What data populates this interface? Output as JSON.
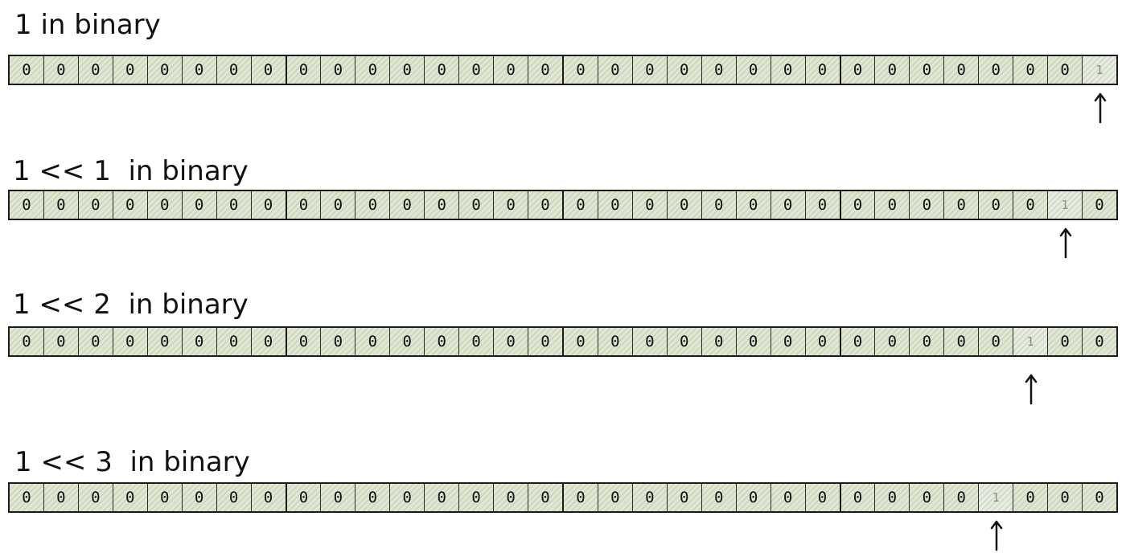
{
  "rows": [
    {
      "label": "1 in binary",
      "bits": "00000000000000000000000000000001",
      "set_index": 31
    },
    {
      "label": "1 << 1  in binary",
      "bits": "00000000000000000000000000000010",
      "set_index": 30
    },
    {
      "label": "1 << 2  in binary",
      "bits": "00000000000000000000000000000100",
      "set_index": 29
    },
    {
      "label": "1 << 3  in binary",
      "bits": "00000000000000000000000000001000",
      "set_index": 28
    }
  ],
  "colors": {
    "cell_fill": "#dfe7d3",
    "hatch": "#6e825a",
    "set_digit": "#8a8f86",
    "ink": "#111111"
  },
  "icons": {
    "pointer": "up-arrow-icon"
  }
}
